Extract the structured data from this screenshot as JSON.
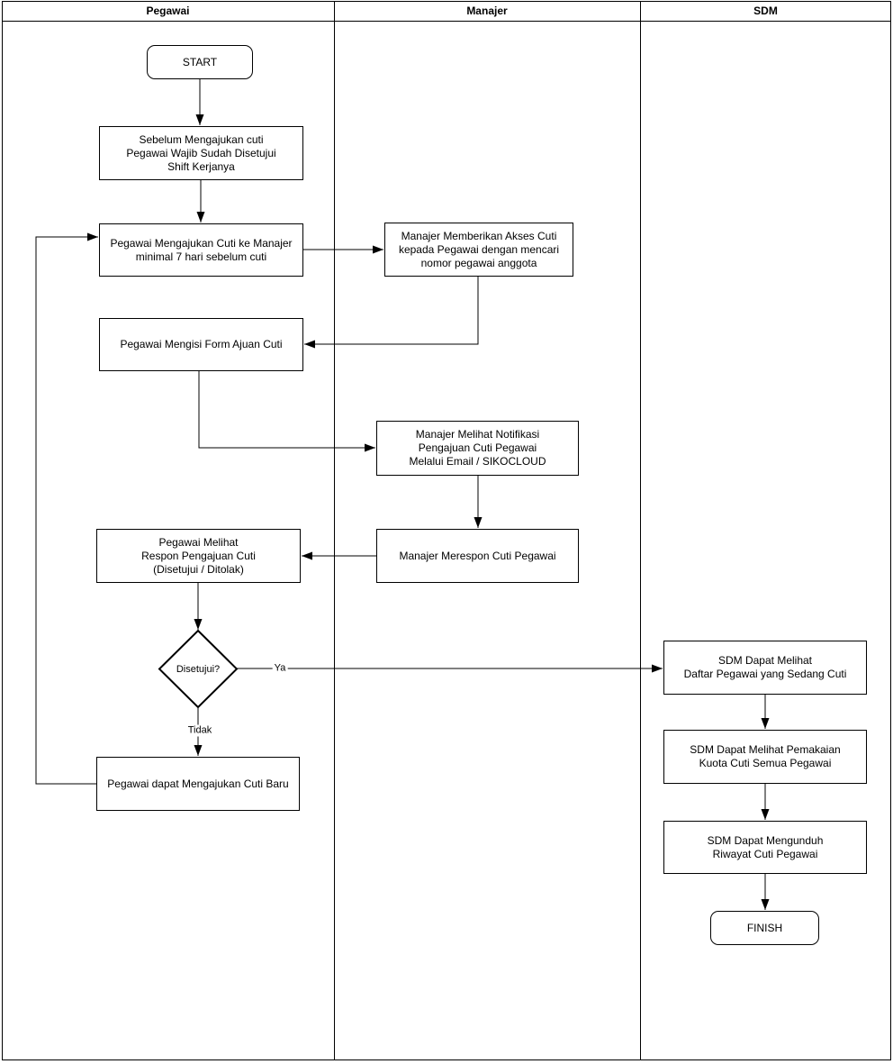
{
  "lanes": [
    {
      "label": "Pegawai"
    },
    {
      "label": "Manajer"
    },
    {
      "label": "SDM"
    }
  ],
  "nodes": {
    "start": {
      "type": "terminator",
      "label": "START"
    },
    "shift_requirement": {
      "type": "process",
      "label": "Sebelum Mengajukan cuti\nPegawai Wajib Sudah Disetujui\nShift Kerjanya"
    },
    "ajukan_cuti": {
      "type": "process",
      "label": "Pegawai Mengajukan Cuti ke Manajer\nminimal 7 hari sebelum cuti"
    },
    "isi_form": {
      "type": "process",
      "label": "Pegawai Mengisi Form Ajuan Cuti"
    },
    "lihat_respon": {
      "type": "process",
      "label": "Pegawai Melihat\nRespon Pengajuan Cuti\n(Disetujui / Ditolak)"
    },
    "disetujui": {
      "type": "decision",
      "label": "Disetujui?"
    },
    "cuti_baru": {
      "type": "process",
      "label": "Pegawai dapat Mengajukan Cuti Baru"
    },
    "akses_cuti": {
      "type": "process",
      "label": "Manajer Memberikan Akses Cuti\nkepada Pegawai dengan mencari\nnomor pegawai anggota"
    },
    "notifikasi": {
      "type": "process",
      "label": "Manajer Melihat Notifikasi\nPengajuan Cuti Pegawai\nMelalui Email / SIKOCLOUD"
    },
    "merespon": {
      "type": "process",
      "label": "Manajer Merespon Cuti Pegawai"
    },
    "daftar_cuti": {
      "type": "process",
      "label": "SDM Dapat Melihat\nDaftar Pegawai yang Sedang Cuti"
    },
    "kuota_cuti": {
      "type": "process",
      "label": "SDM Dapat Melihat Pemakaian\nKuota Cuti Semua Pegawai"
    },
    "unduh_riwayat": {
      "type": "process",
      "label": "SDM Dapat Mengunduh\nRiwayat Cuti Pegawai"
    },
    "finish": {
      "type": "terminator",
      "label": "FINISH"
    }
  },
  "edge_labels": {
    "yes": "Ya",
    "no": "Tidak"
  },
  "colors": {
    "stroke": "#000000",
    "fill": "#ffffff"
  }
}
